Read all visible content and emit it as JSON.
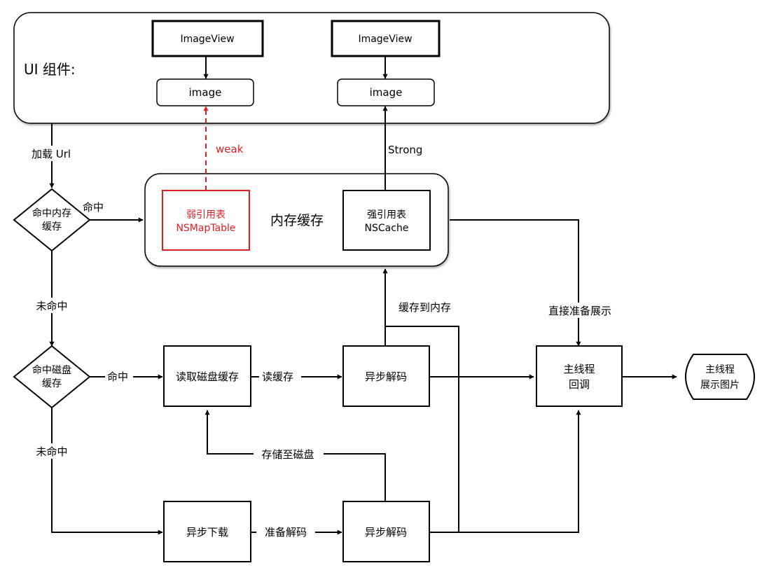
{
  "colors": {
    "stroke": "#000000",
    "weak": "#e02020",
    "background": "#ffffff"
  },
  "ui_group": {
    "label": "UI 组件:"
  },
  "imageview_left": "ImageView",
  "imageview_right": "ImageView",
  "image_left": "image",
  "image_right": "image",
  "edges": {
    "weak": "weak",
    "strong": "Strong",
    "load_url": "加载 Url",
    "hit_memory": "命中",
    "miss_memory": "未命中",
    "hit_disk": "命中",
    "miss_disk": "未命中",
    "read_cache": "读缓存",
    "cache_to_memory": "缓存到内存",
    "direct_prepare": "直接准备展示",
    "save_to_disk": "存储至磁盘",
    "prepare_decode": "准备解码"
  },
  "memory_cache": {
    "title": "内存缓存",
    "weak_table": {
      "line1": "弱引用表",
      "line2": "NSMapTable"
    },
    "strong_table": {
      "line1": "强引用表",
      "line2": "NSCache"
    }
  },
  "decision_memory": {
    "line1": "命中内存",
    "line2": "缓存"
  },
  "decision_disk": {
    "line1": "命中磁盘",
    "line2": "缓存"
  },
  "read_disk_cache": "读取磁盘缓存",
  "async_decode_top": "异步解码",
  "async_decode_bottom": "异步解码",
  "async_download": "异步下载",
  "main_callback": {
    "line1": "主线程",
    "line2": "回调"
  },
  "main_display": {
    "line1": "主线程",
    "line2": "展示图片"
  }
}
